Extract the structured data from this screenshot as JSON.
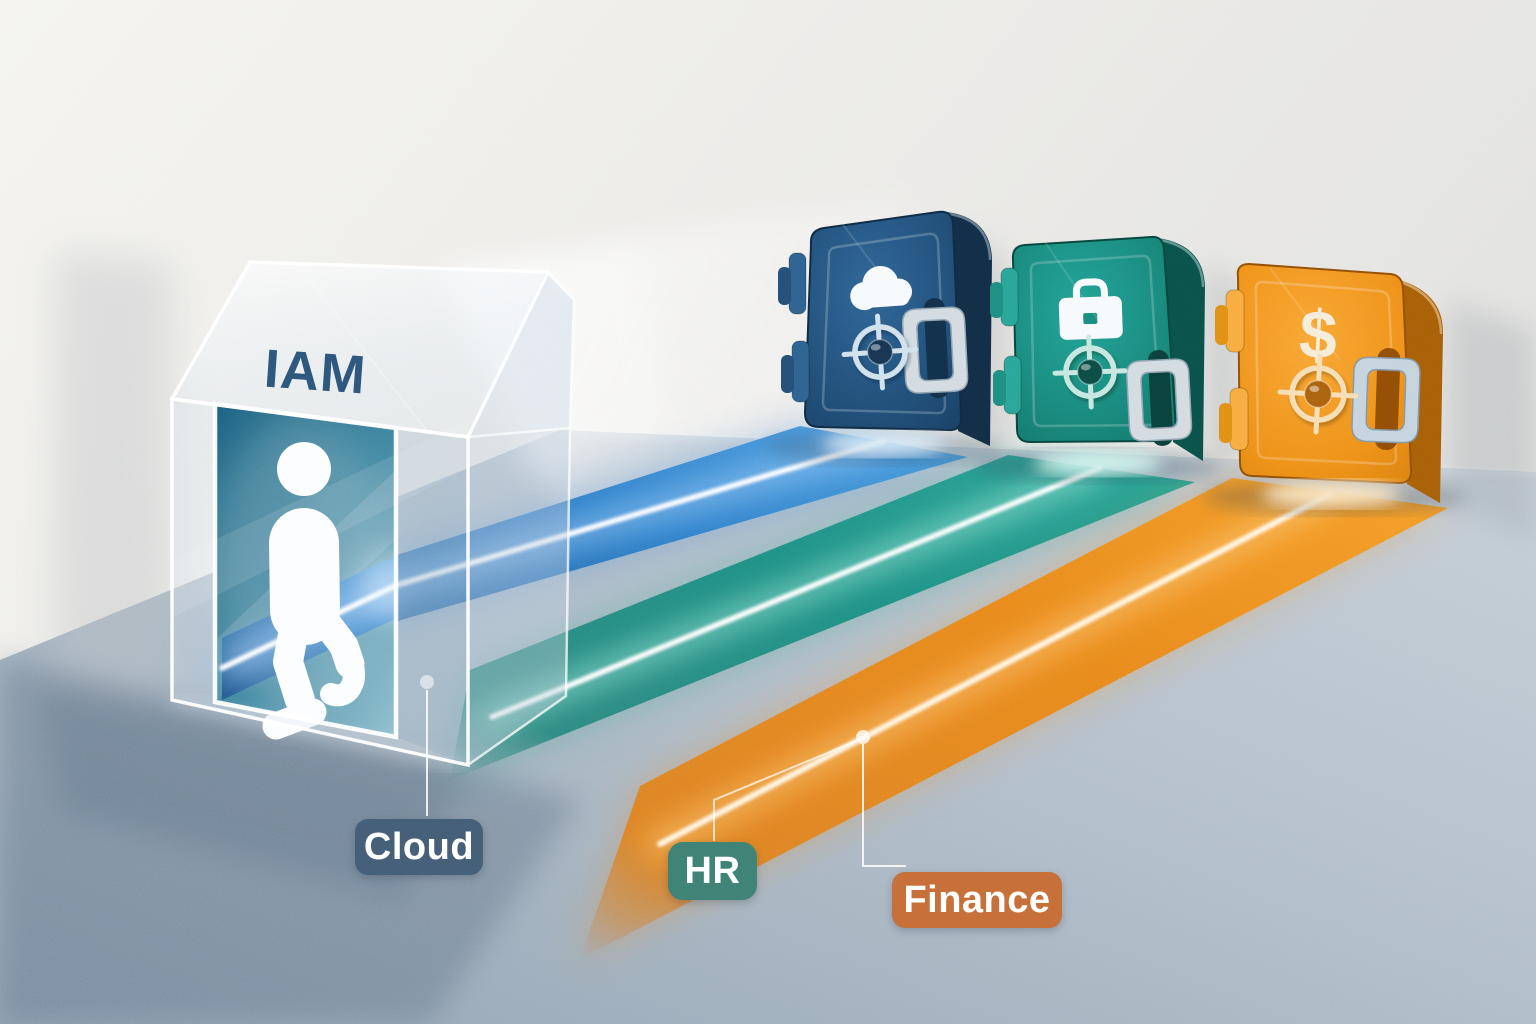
{
  "gate": {
    "label": "IAM",
    "label_color": "#2b5377",
    "person_icon": "walking-person-icon",
    "structure": "transparent-glass-gate"
  },
  "targets": [
    {
      "id": "cloud",
      "label": "Cloud",
      "icon": "cloud-icon",
      "vault_color": "#1f4b72",
      "vault_side_color": "#122c44",
      "beam_color": "#2f7cc8",
      "label_bg": "#46607a",
      "label_text_color": "#ffffff"
    },
    {
      "id": "hr",
      "label": "HR",
      "icon": "briefcase-icon",
      "vault_color": "#178174",
      "vault_side_color": "#0a4f48",
      "beam_color": "#23948a",
      "label_bg": "#3f8477",
      "label_text_color": "#ffffff"
    },
    {
      "id": "finance",
      "label": "Finance",
      "icon": "dollar-icon",
      "icon_glyph": "$",
      "vault_color": "#ee8d18",
      "vault_side_color": "#a55c07",
      "beam_color": "#ec8a1e",
      "label_bg": "#c8703a",
      "label_text_color": "#ffffff"
    }
  ],
  "shared": {
    "dial_icon": "vault-dial-icon",
    "handle": "vault-handle",
    "hinge": "vault-hinge",
    "beam_core_color": "#ffffff"
  },
  "palette": {
    "wall": "#ece9e4",
    "floor": "#a9b6c2",
    "shadow": "#5b7085"
  }
}
